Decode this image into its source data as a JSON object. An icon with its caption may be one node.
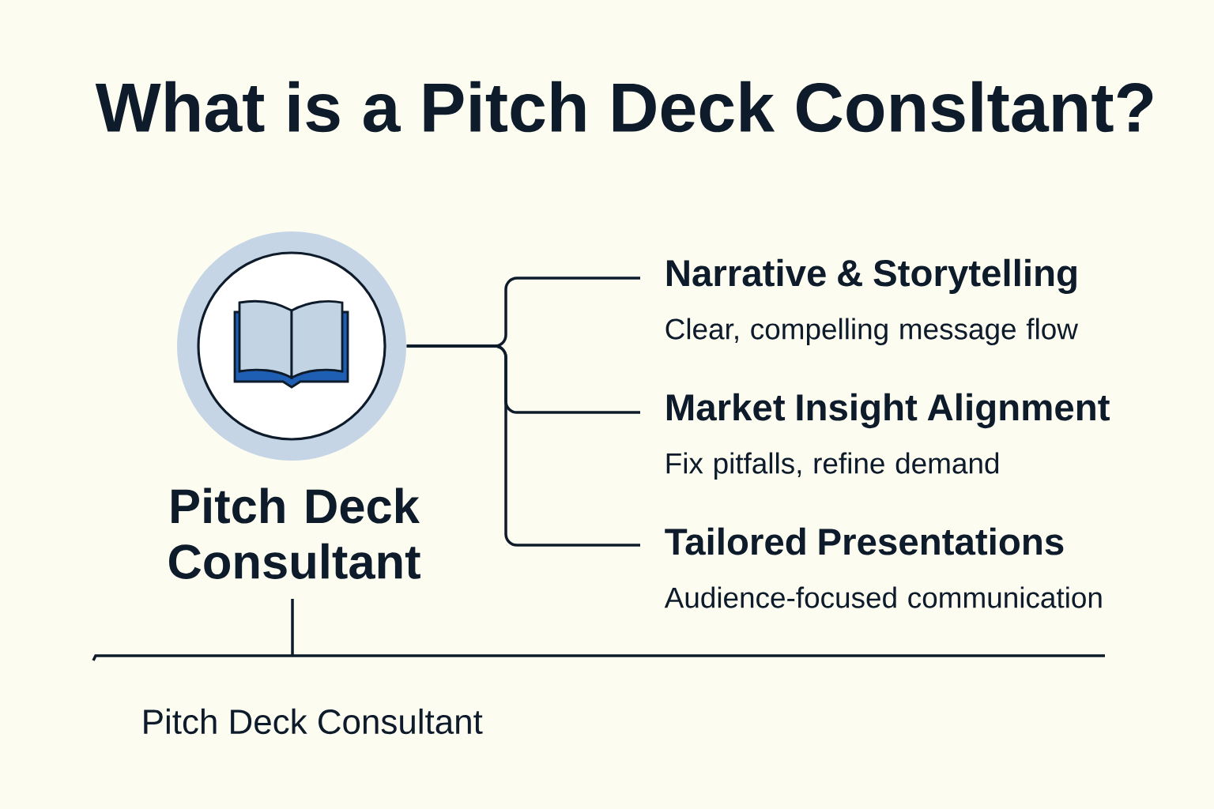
{
  "diagram": {
    "title": "What is a Pitch Deck Consltant?",
    "nodes": [
      {
        "text": [
          "Pitch Deck Consultant"
        ]
      },
      {
        "text": [
          "Narrative & Storytelling",
          "Clear, compelling message flow"
        ]
      },
      {
        "text": [
          "Market Insight Alignment",
          "Fix pitfalls, refine demand"
        ]
      },
      {
        "text": [
          "Tailored Presentations",
          "Audience-focused communication"
        ]
      }
    ],
    "edges": [
      {
        "from": 0,
        "to": 1,
        "arrow": "none"
      },
      {
        "from": 0,
        "to": 2,
        "arrow": "none"
      },
      {
        "from": 0,
        "to": 3,
        "arrow": "none"
      }
    ],
    "labels": [
      "Pitch Deck Consultant"
    ]
  }
}
